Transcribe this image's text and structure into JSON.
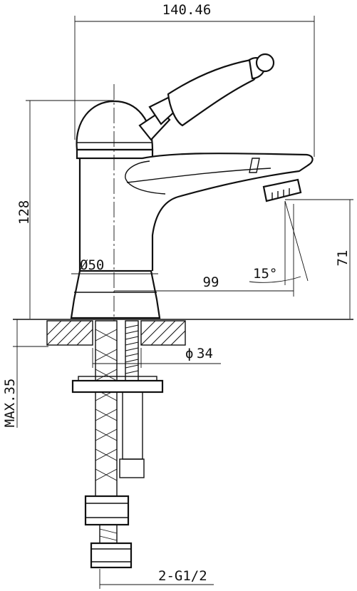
{
  "drawing": {
    "dimensions": {
      "overall_width": "140.46",
      "body_height": "128",
      "spout_height": "71",
      "base_diameter": "Ø50",
      "spout_reach": "99",
      "spout_angle": "15°",
      "hole_diameter_symbol": "ϕ",
      "hole_diameter": "34",
      "max_deck_thickness": "MAX.35",
      "connection_thread": "2-G1/2"
    }
  }
}
